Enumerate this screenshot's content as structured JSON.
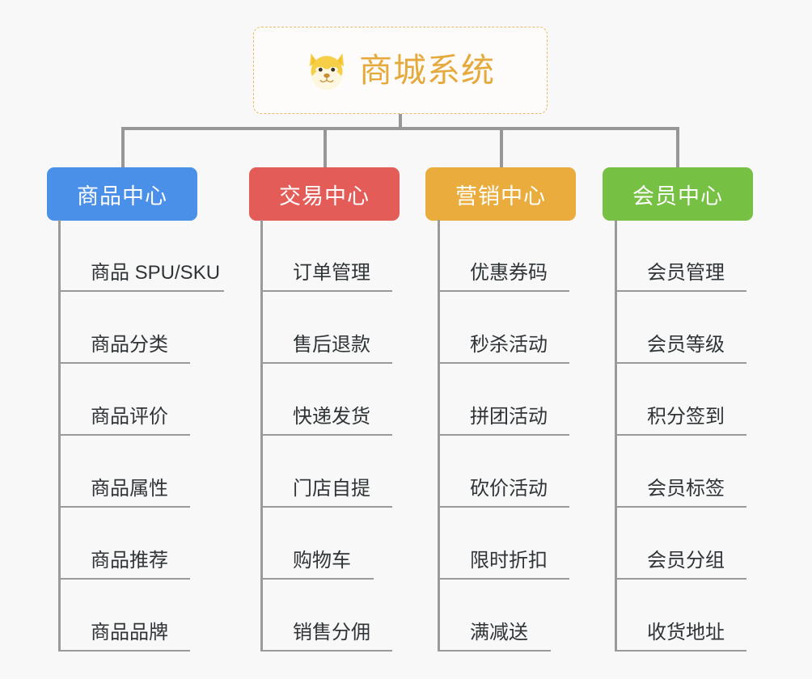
{
  "page": {
    "background_color": "#f8f8f8",
    "line_color": "#979797",
    "leaf_text_color": "#2f3437"
  },
  "root": {
    "title": "商城系统",
    "icon": "shiba-dog-face-icon",
    "text_color": "#e5a93c",
    "border_color": "#e8b96a",
    "background_color": "#fdfcfa"
  },
  "categories": [
    {
      "label": "商品中心",
      "color": "#4a90e8",
      "items": [
        "商品 SPU/SKU",
        "商品分类",
        "商品评价",
        "商品属性",
        "商品推荐",
        "商品品牌"
      ]
    },
    {
      "label": "交易中心",
      "color": "#e45c58",
      "items": [
        "订单管理",
        "售后退款",
        "快递发货",
        "门店自提",
        "购物车",
        "销售分佣"
      ]
    },
    {
      "label": "营销中心",
      "color": "#eaac3c",
      "items": [
        "优惠券码",
        "秒杀活动",
        "拼团活动",
        "砍价活动",
        "限时折扣",
        "满减送"
      ]
    },
    {
      "label": "会员中心",
      "color": "#76c043",
      "items": [
        "会员管理",
        "会员等级",
        "积分签到",
        "会员标签",
        "会员分组",
        "收货地址"
      ]
    }
  ]
}
